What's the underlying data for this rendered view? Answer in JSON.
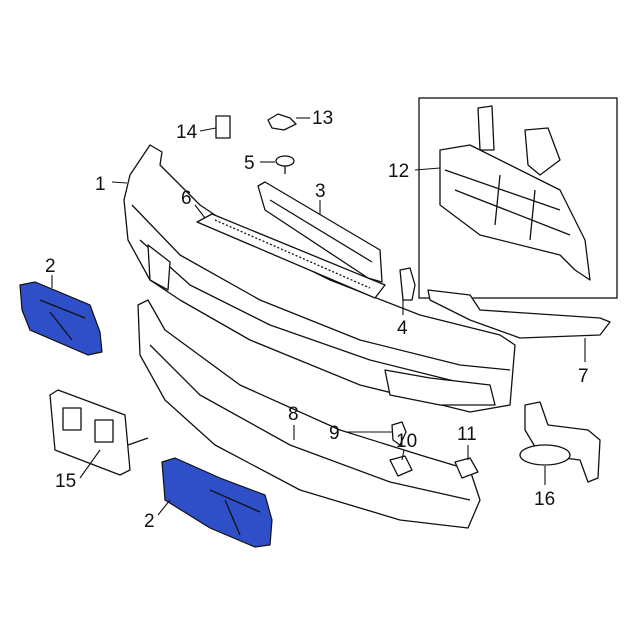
{
  "highlight_color": "#2f4fc8",
  "callouts": [
    {
      "id": "1",
      "text": "1"
    },
    {
      "id": "2a",
      "text": "2"
    },
    {
      "id": "2b",
      "text": "2"
    },
    {
      "id": "3",
      "text": "3"
    },
    {
      "id": "4",
      "text": "4"
    },
    {
      "id": "5",
      "text": "5"
    },
    {
      "id": "6",
      "text": "6"
    },
    {
      "id": "7",
      "text": "7"
    },
    {
      "id": "8",
      "text": "8"
    },
    {
      "id": "9",
      "text": "9"
    },
    {
      "id": "10",
      "text": "10"
    },
    {
      "id": "11",
      "text": "11"
    },
    {
      "id": "12",
      "text": "12"
    },
    {
      "id": "13",
      "text": "13"
    },
    {
      "id": "14",
      "text": "14"
    },
    {
      "id": "15",
      "text": "15"
    },
    {
      "id": "16",
      "text": "16"
    }
  ]
}
